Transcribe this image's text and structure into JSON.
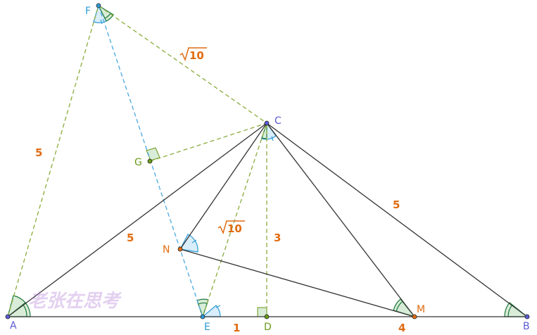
{
  "points": {
    "A": {
      "label": "A",
      "color": "#5b5bd6"
    },
    "B": {
      "label": "B",
      "color": "#5b5bd6"
    },
    "C": {
      "label": "C",
      "color": "#5b5bd6"
    },
    "D": {
      "label": "D",
      "color": "#6a9a1a"
    },
    "E": {
      "label": "E",
      "color": "#2e9bd6"
    },
    "F": {
      "label": "F",
      "color": "#2e9bd6"
    },
    "G": {
      "label": "G",
      "color": "#6a9a1a"
    },
    "M": {
      "label": "M",
      "color": "#e06c12"
    },
    "N": {
      "label": "N",
      "color": "#e06c12"
    }
  },
  "lengths": {
    "AF": "5",
    "AC": "5",
    "CB": "5",
    "CD": "3",
    "ED": "1",
    "DM": "4",
    "FC_radical": "10",
    "EC_radical": "10"
  },
  "watermark": "老张在思考",
  "colors": {
    "solid": "#333333",
    "dash_green": "#8aac3c",
    "dash_blue": "#4aa8e0",
    "angle_green": "#1e7a3c",
    "angle_blue": "#2e9bd6",
    "length_label": "#e06c12"
  }
}
